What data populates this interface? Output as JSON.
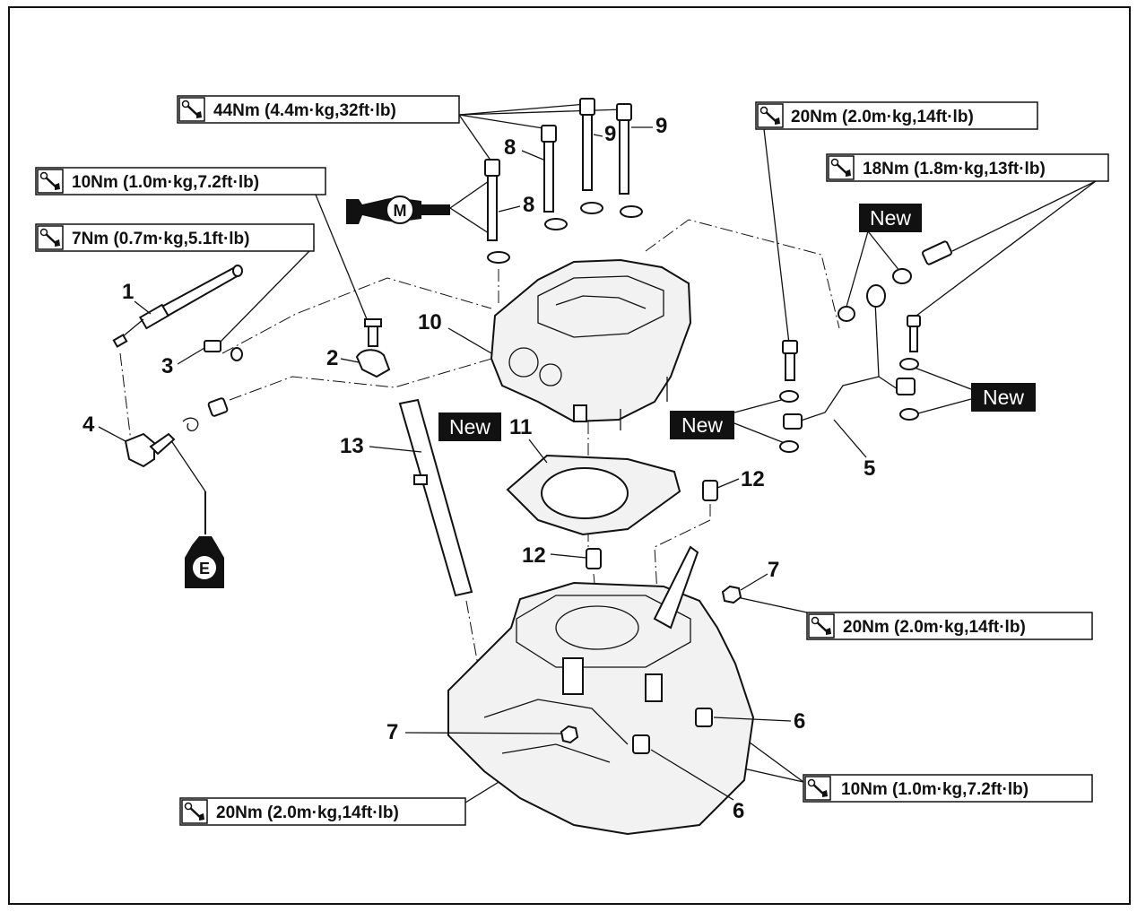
{
  "callouts": {
    "c1": "1",
    "c2": "2",
    "c3": "3",
    "c4": "4",
    "c5": "5",
    "c6a": "6",
    "c6b": "6",
    "c7a": "7",
    "c7b": "7",
    "c8a": "8",
    "c8b": "8",
    "c9a": "9",
    "c9b": "9",
    "c10": "10",
    "c11": "11",
    "c12a": "12",
    "c12b": "12",
    "c13": "13"
  },
  "torque_labels": {
    "t44": "44Nm (4.4m·kg,32ft·lb)",
    "t10_top": "10Nm (1.0m·kg,7.2ft·lb)",
    "t7": "7Nm (0.7m·kg,5.1ft·lb)",
    "t20_top": "20Nm (2.0m·kg,14ft·lb)",
    "t18": "18Nm (1.8m·kg,13ft·lb)",
    "t20_mid": "20Nm (2.0m·kg,14ft·lb)",
    "t10_bottom": "10Nm (1.0m·kg,7.2ft·lb)",
    "t20_bottom": "20Nm (2.0m·kg,14ft·lb)"
  },
  "new_labels": {
    "n1": "New",
    "n2": "New",
    "n3": "New",
    "n4": "New"
  },
  "symbols": {
    "moly_oil": "M",
    "engine_oil": "E"
  },
  "icons": {
    "torque_wrench": "torque-wrench-icon",
    "moly_oil_can": "molybdenum-oil-icon",
    "engine_oil_can": "engine-oil-icon"
  }
}
